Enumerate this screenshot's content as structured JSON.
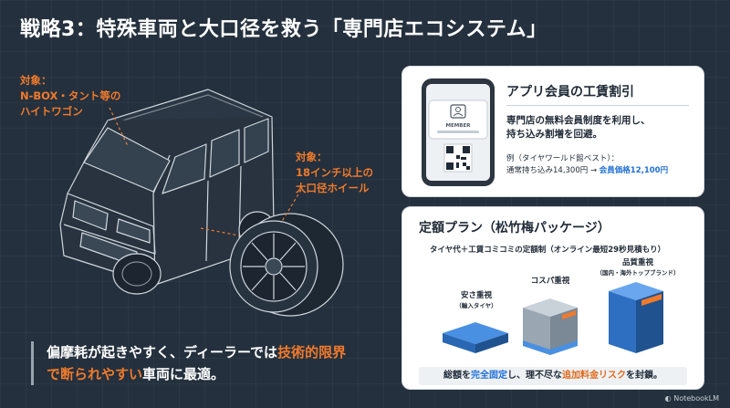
{
  "title": {
    "prefix": "戦略3：",
    "body": "特殊車両と大口径を救う「専門店エコシステム」"
  },
  "callouts": {
    "hightwagon": [
      "対象：",
      "N-BOX・タント等の",
      "ハイトワゴン"
    ],
    "wheel": [
      "対象：",
      "18インチ以上の",
      "大口径ホイール"
    ]
  },
  "summary": {
    "l1_a": "偏摩耗が起きやすく、ディーラーでは",
    "l1_b": "技術的限界",
    "l2_a": "で断られやすい",
    "l2_b": "車両に最適。"
  },
  "card_member": {
    "title": "アプリ会員の工賃割引",
    "desc1": "専門店の無料会員制度を利用し、",
    "desc2": "持ち込み割増を回避。",
    "example_label": "例（タイヤワールド館ベスト）：",
    "example_normal": "通常持ち込み14,300円 → ",
    "example_member": "会員価格12,100円",
    "phone_card_label": "MEMBER"
  },
  "card_plan": {
    "title": "定額プラン（松竹梅パッケージ）",
    "subtitle": "タイヤ代＋工賃コミコミの定額制（オンライン最短29秒見積もり）",
    "tiers": [
      {
        "label": "安さ重視",
        "note": "（輸入タイヤ）"
      },
      {
        "label": "コスパ重視",
        "note": ""
      },
      {
        "label": "品質重視",
        "note": "（国内・海外トップブランド）"
      }
    ],
    "footer_a": "総額を",
    "footer_b": "完全固定",
    "footer_c": "し、理不尽な",
    "footer_d": "追加料金リスク",
    "footer_e": "を封鎖。"
  },
  "logo": "NotebookLM",
  "colors": {
    "accent": "#f07a2c",
    "blue": "#1f6fd6",
    "background": "#24303d"
  }
}
